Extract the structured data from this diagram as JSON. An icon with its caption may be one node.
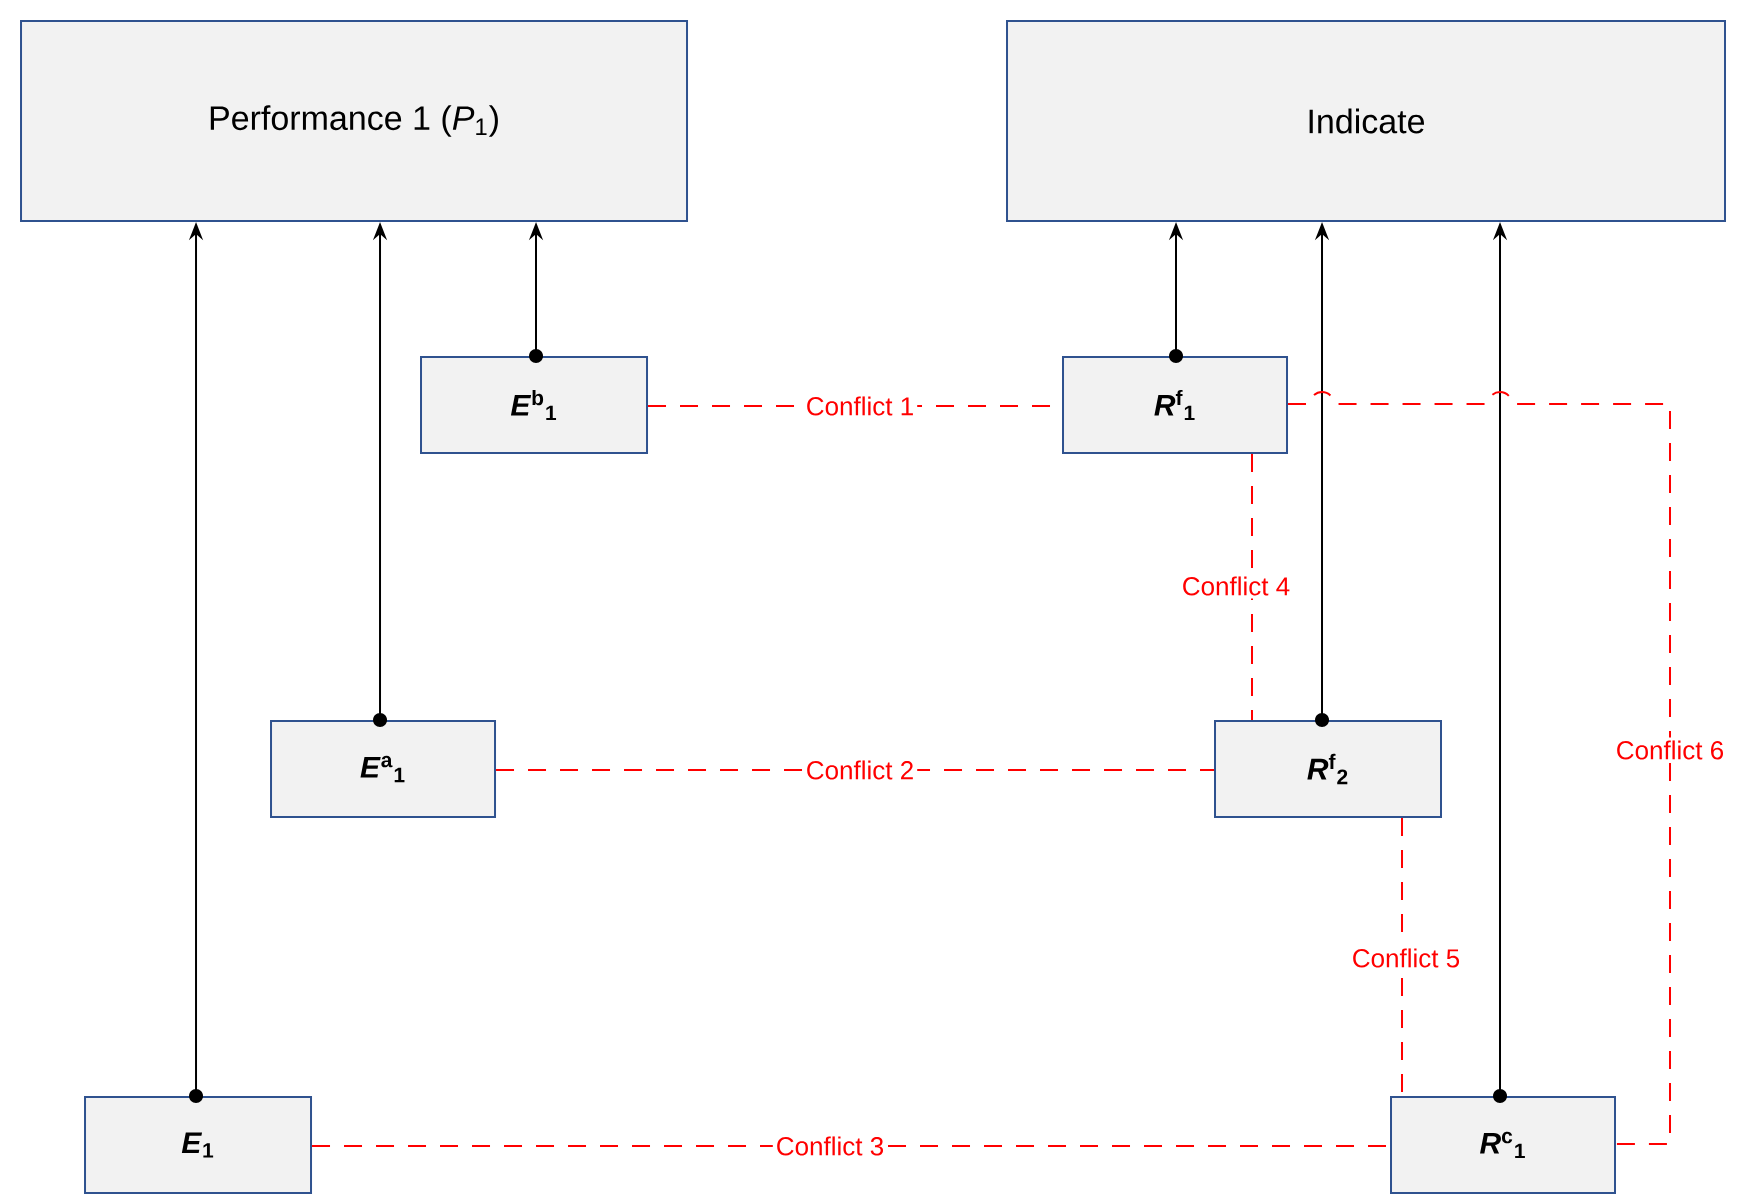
{
  "diagram": {
    "nodes": [
      {
        "text": [
          "Performance 1 (*P*$_{1}$)"
        ]
      },
      {
        "text": [
          "Indicate"
        ]
      },
      {
        "text": [
          "*E*$^{b}$$_{1}$"
        ]
      },
      {
        "text": [
          "*E*$^{a}$$_{1}$"
        ]
      },
      {
        "text": [
          "*E*$_{1}$"
        ]
      },
      {
        "text": [
          "*R*$^{f}$$_{1}$"
        ]
      },
      {
        "text": [
          "*R*$^{f}$$_{2}$"
        ]
      },
      {
        "text": [
          "*R*$^{c}$$_{1}$"
        ]
      }
    ],
    "edges": [
      {
        "from": 2,
        "to": 0,
        "arrow": "to"
      },
      {
        "from": 3,
        "to": 0,
        "arrow": "to"
      },
      {
        "from": 4,
        "to": 0,
        "arrow": "to"
      },
      {
        "from": 5,
        "to": 1,
        "arrow": "to"
      },
      {
        "from": 6,
        "to": 1,
        "arrow": "to"
      },
      {
        "from": 7,
        "to": 1,
        "arrow": "to"
      },
      {
        "from": 2,
        "to": 5,
        "arrow": "none",
        "label": "Conflict 1",
        "style": "dashed",
        "color": "#ff0000"
      },
      {
        "from": 3,
        "to": 6,
        "arrow": "none",
        "label": "Conflict 2",
        "style": "dashed",
        "color": "#ff0000"
      },
      {
        "from": 4,
        "to": 7,
        "arrow": "none",
        "label": "Conflict 3",
        "style": "dashed",
        "color": "#ff0000"
      },
      {
        "from": 5,
        "to": 6,
        "arrow": "none",
        "label": "Conflict 4",
        "style": "dashed",
        "color": "#ff0000"
      },
      {
        "from": 6,
        "to": 7,
        "arrow": "none",
        "label": "Conflict 5",
        "style": "dashed",
        "color": "#ff0000"
      },
      {
        "from": 5,
        "to": 7,
        "arrow": "none",
        "label": "Conflict 6",
        "style": "dashed",
        "color": "#ff0000"
      }
    ]
  }
}
